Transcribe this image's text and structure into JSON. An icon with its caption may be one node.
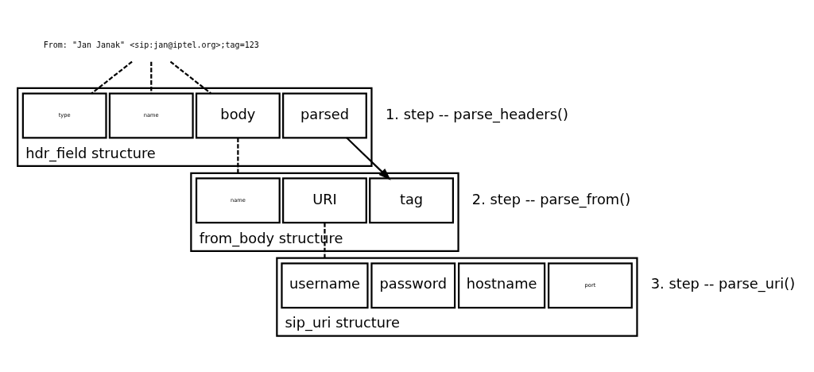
{
  "diagram": {
    "nodes": [
      {
        "text": [
          "From: \"Jan Janak\" <sip:jan@iptel.org>;tag=123"
        ]
      },
      {
        "text": [
          "hdr_field structure"
        ]
      },
      {
        "text": [
          "type"
        ],
        "in": 1
      },
      {
        "text": [
          "name"
        ],
        "in": 1
      },
      {
        "text": [
          "body"
        ],
        "in": 1
      },
      {
        "text": [
          "parsed"
        ],
        "in": 1
      },
      {
        "text": [
          "from_body structure"
        ]
      },
      {
        "text": [
          "name"
        ],
        "in": 6
      },
      {
        "text": [
          "URI"
        ],
        "in": 6
      },
      {
        "text": [
          "tag"
        ],
        "in": 6
      },
      {
        "text": [
          "sip_uri structure"
        ]
      },
      {
        "text": [
          "username"
        ],
        "in": 10
      },
      {
        "text": [
          "password"
        ],
        "in": 10
      },
      {
        "text": [
          "hostname"
        ],
        "in": 10
      },
      {
        "text": [
          "port"
        ],
        "in": 10
      }
    ],
    "edges": [
      {
        "from": 0,
        "to": 2,
        "arrow": "none",
        "style": "dashed"
      },
      {
        "from": 0,
        "to": 3,
        "arrow": "none",
        "style": "dashed"
      },
      {
        "from": 0,
        "to": 4,
        "arrow": "none",
        "style": "dashed"
      },
      {
        "from": 4,
        "to": 6,
        "arrow": "none",
        "style": "dashed"
      },
      {
        "from": 8,
        "to": 10,
        "arrow": "none",
        "style": "dashed"
      },
      {
        "from": 5,
        "to": 9,
        "arrow": "to"
      }
    ],
    "labels": [
      "1. step -- parse_headers()",
      "2. step -- parse_from()",
      "3. step -- parse_uri()"
    ]
  }
}
